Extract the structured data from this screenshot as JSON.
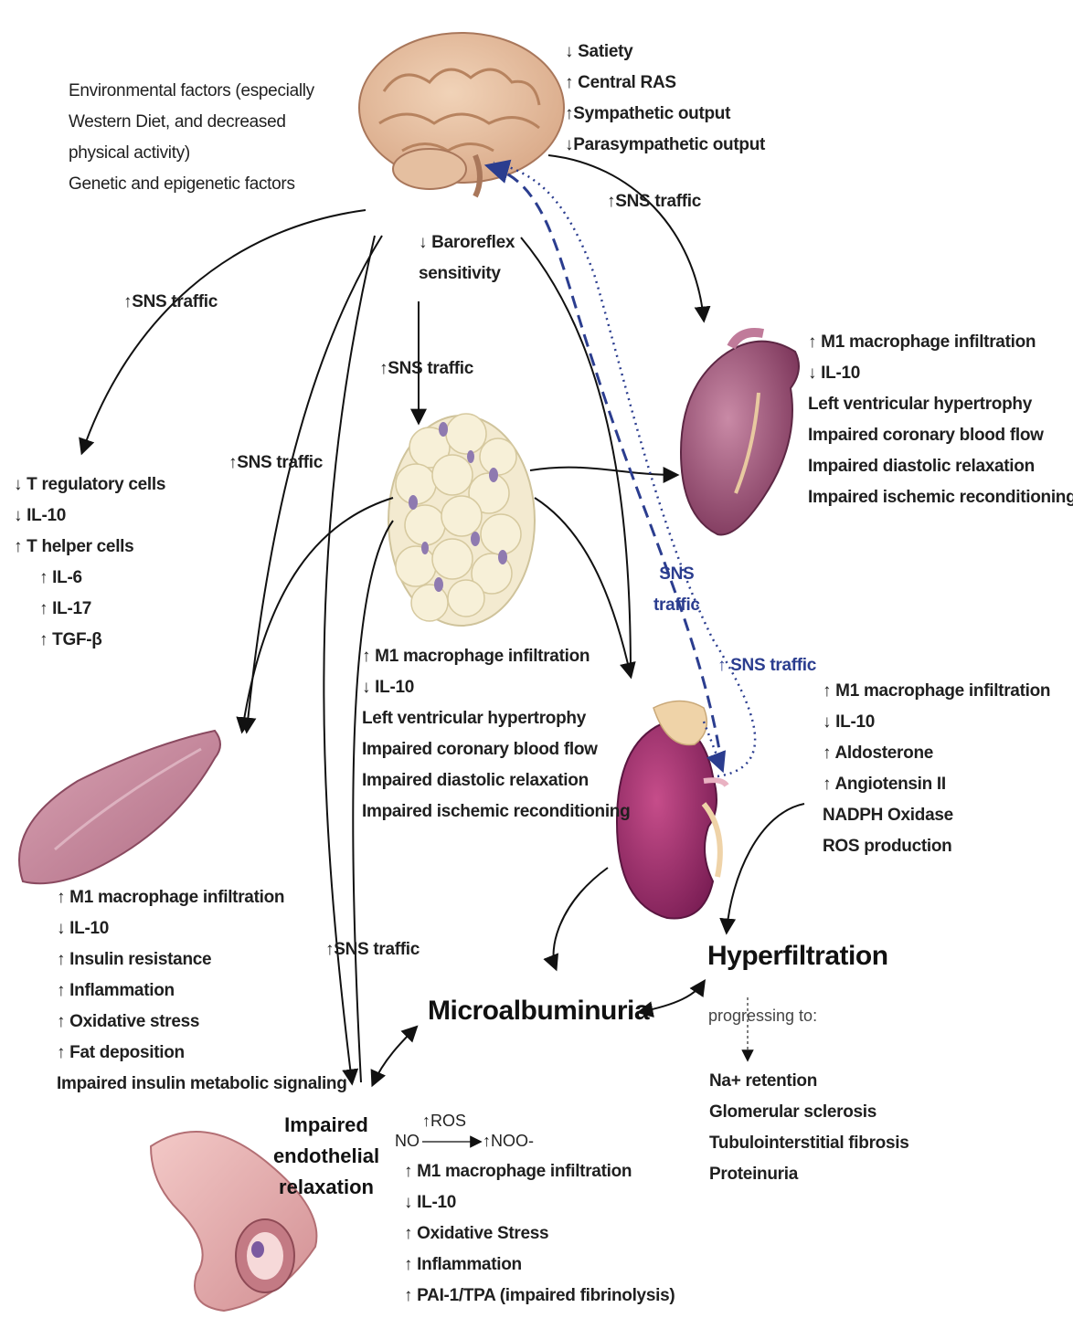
{
  "brain_effects": [
    "↓ Satiety",
    "↑ Central RAS",
    "↑Sympathetic output",
    "↓Parasympathetic output"
  ],
  "risk_factors": [
    "Environmental factors (especially",
    "Western Diet, and decreased",
    "physical activity)",
    "Genetic and epigenetic factors"
  ],
  "baroreflex": [
    "↓ Baroreflex",
    "sensitivity"
  ],
  "sns_label": "↑SNS traffic",
  "sns_label_spaced": "↑ SNS traffic",
  "sns_blue_two_line": [
    "SNS",
    "traffic"
  ],
  "immune_effects": [
    "↓ T regulatory cells",
    "↓ IL-10",
    "↑ T helper cells",
    "↑ IL-6",
    "↑ IL-17",
    "↑ TGF-β"
  ],
  "heart_effects": [
    "↑ M1 macrophage infiltration",
    "↓ IL-10",
    "Left ventricular hypertrophy",
    "Impaired coronary blood flow",
    "Impaired diastolic relaxation",
    "Impaired ischemic reconditioning"
  ],
  "adipose_effects": [
    "↑ M1 macrophage infiltration",
    "↓ IL-10",
    "Left ventricular hypertrophy",
    "Impaired coronary blood flow",
    "Impaired diastolic relaxation",
    "Impaired ischemic reconditioning"
  ],
  "kidney_effects": [
    "↑ M1 macrophage infiltration",
    "↓ IL-10",
    "↑ Aldosterone",
    "↑ Angiotensin II",
    "NADPH Oxidase",
    "ROS production"
  ],
  "muscle_effects": [
    "↑ M1 macrophage infiltration",
    "↓ IL-10",
    "↑ Insulin resistance",
    "↑ Inflammation",
    "↑ Oxidative stress",
    "↑ Fat deposition",
    "Impaired insulin metabolic signaling"
  ],
  "hyperfiltration": "Hyperfiltration",
  "progressing": "progressing to:",
  "kidney_outcomes": [
    "Na+ retention",
    "Glomerular sclerosis",
    "Tubulointerstitial fibrosis",
    "Proteinuria"
  ],
  "microalbuminuria": "Microalbuminuria",
  "endothelial": [
    "Impaired",
    "endothelial",
    "relaxation"
  ],
  "ros_label": "↑ROS",
  "no_label": "NO",
  "noo_label": "↑NOO-",
  "vessel_effects": [
    "↑ M1 macrophage infiltration",
    "↓ IL-10",
    "↑ Oxidative Stress",
    "↑ Inflammation",
    "↑ PAI-1/TPA (impaired fibrinolysis)"
  ]
}
